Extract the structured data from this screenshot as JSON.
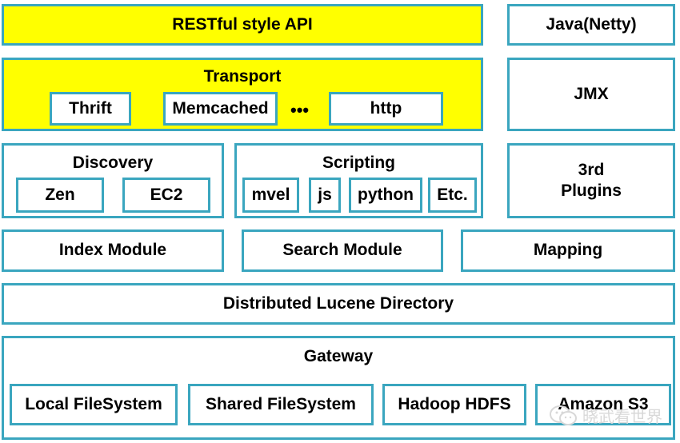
{
  "restful_api": "RESTful style API",
  "java_netty": "Java(Netty)",
  "transport": {
    "title": "Transport",
    "items": [
      "Thrift",
      "Memcached",
      "•••",
      "http"
    ]
  },
  "jmx": "JMX",
  "discovery": {
    "title": "Discovery",
    "items": [
      "Zen",
      "EC2"
    ]
  },
  "scripting": {
    "title": "Scripting",
    "items": [
      "mvel",
      "js",
      "python",
      "Etc."
    ]
  },
  "plugins": "3rd\nPlugins",
  "index_module": "Index Module",
  "search_module": "Search Module",
  "mapping": "Mapping",
  "distributed_lucene": "Distributed Lucene Directory",
  "gateway": {
    "title": "Gateway",
    "items": [
      "Local FileSystem",
      "Shared FileSystem",
      "Hadoop HDFS",
      "Amazon S3"
    ]
  },
  "watermark": {
    "text": "晓武看世界",
    "icon": "wechat-icon"
  },
  "colors": {
    "border": "#3aa6bf",
    "highlight": "#ffff00"
  }
}
